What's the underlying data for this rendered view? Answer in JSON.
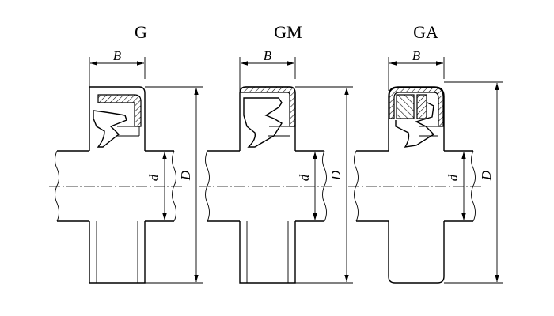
{
  "seals": [
    {
      "title": "G",
      "b_label": "B",
      "d_label": "d",
      "D_label": "D"
    },
    {
      "title": "GM",
      "b_label": "B",
      "d_label": "d",
      "D_label": "D"
    },
    {
      "title": "GA",
      "b_label": "B",
      "d_label": "d",
      "D_label": "D"
    }
  ],
  "colors": {
    "line": "#000000",
    "background": "#ffffff"
  }
}
